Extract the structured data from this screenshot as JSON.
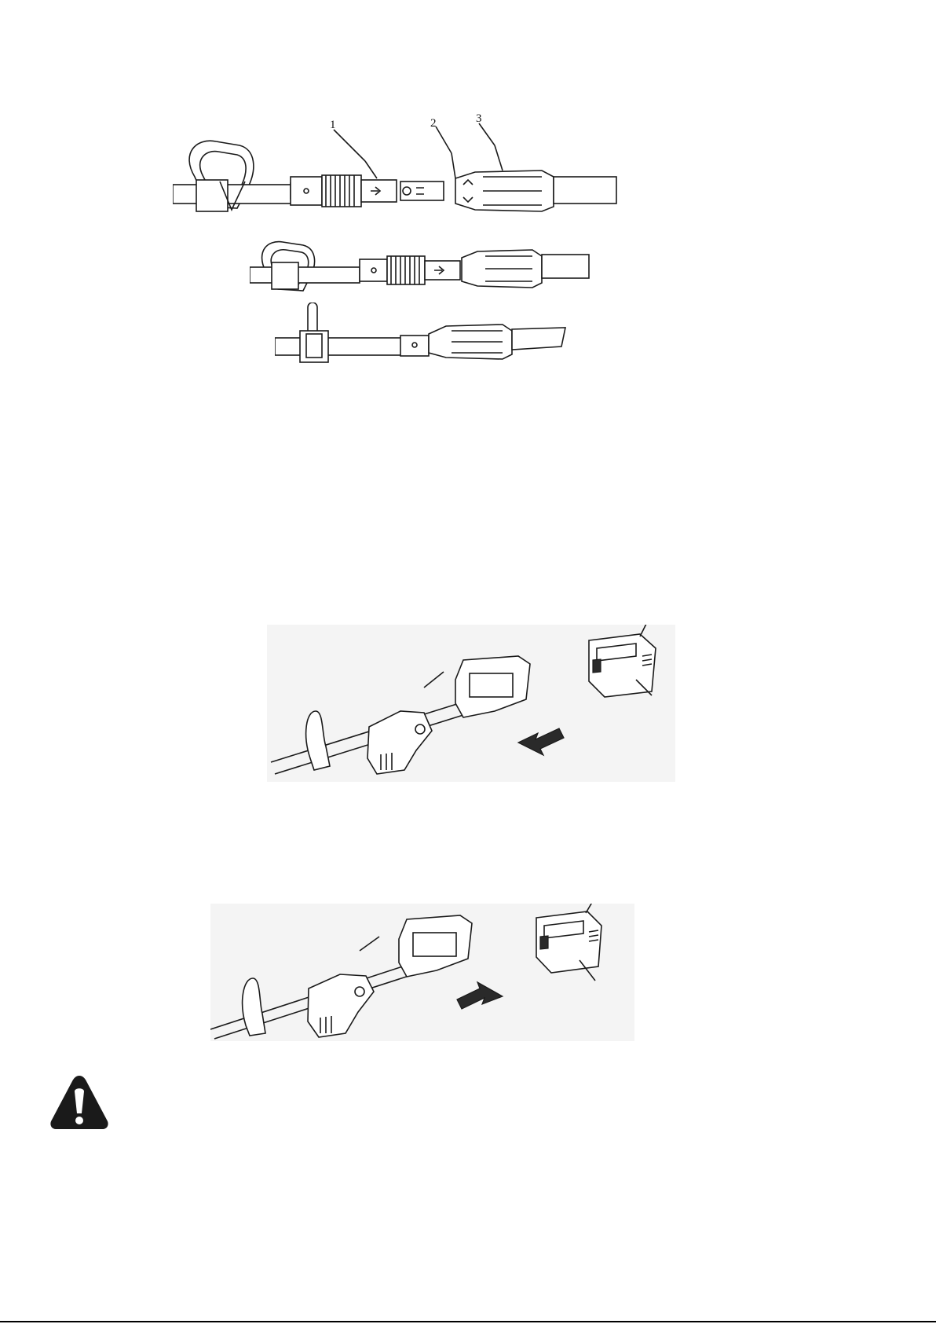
{
  "figure1": {
    "callouts": [
      "1",
      "2",
      "3"
    ]
  },
  "icons": {
    "warning": "warning-triangle-icon"
  }
}
